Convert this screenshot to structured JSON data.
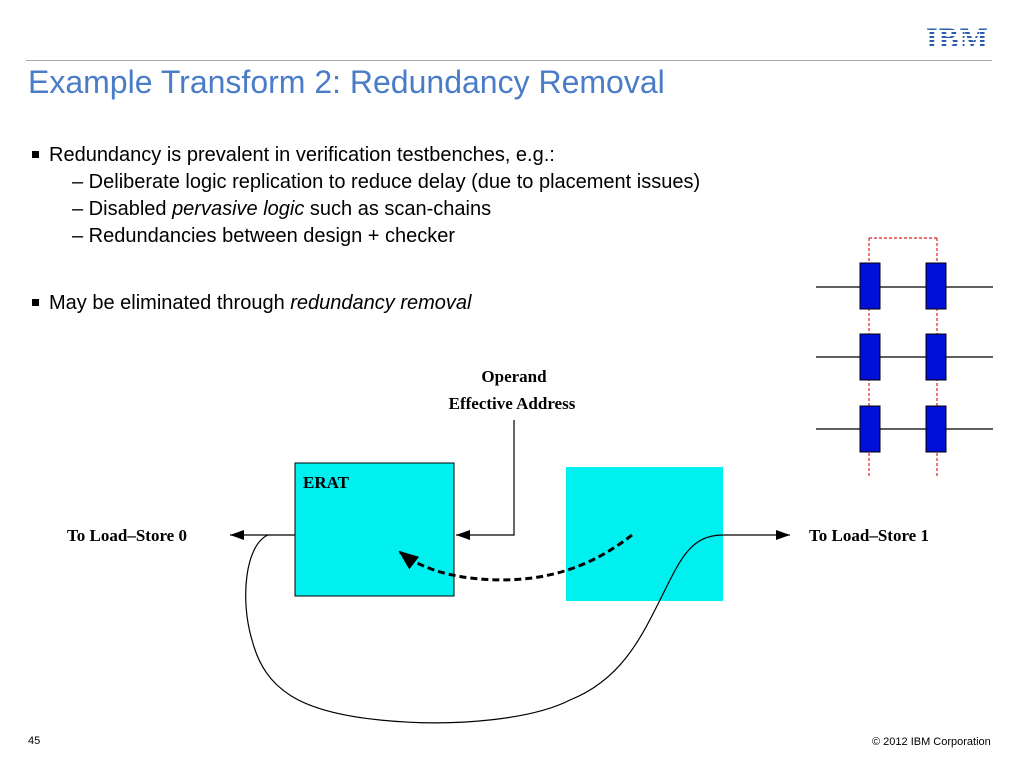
{
  "header": {
    "logo_text": "IBM",
    "title": "Example Transform 2: Redundancy Removal"
  },
  "bullets": [
    {
      "text": "Redundancy is prevalent in verification testbenches, e.g.:",
      "subitems": [
        {
          "before": "– Deliberate logic replication to reduce delay (due to placement issues)",
          "italic": "",
          "after": ""
        },
        {
          "before": "– Disabled ",
          "italic": "pervasive logic",
          "after": " such as scan-chains"
        },
        {
          "before": "– Redundancies between design + checker",
          "italic": "",
          "after": ""
        }
      ]
    },
    {
      "before": "May be eliminated through ",
      "italic": "redundancy removal"
    }
  ],
  "figure": {
    "operand_label_line1": "Operand",
    "operand_label_line2": "Effective Address",
    "erat_label": "ERAT",
    "left_output": "To Load–Store 0",
    "right_output": "To Load–Store 1",
    "box_color": "#00f0f0",
    "latch_color": "#0010d8",
    "scan_chain_color": "#e02020"
  },
  "footer": {
    "page_number": "45",
    "copyright": "© 2012 IBM Corporation"
  }
}
